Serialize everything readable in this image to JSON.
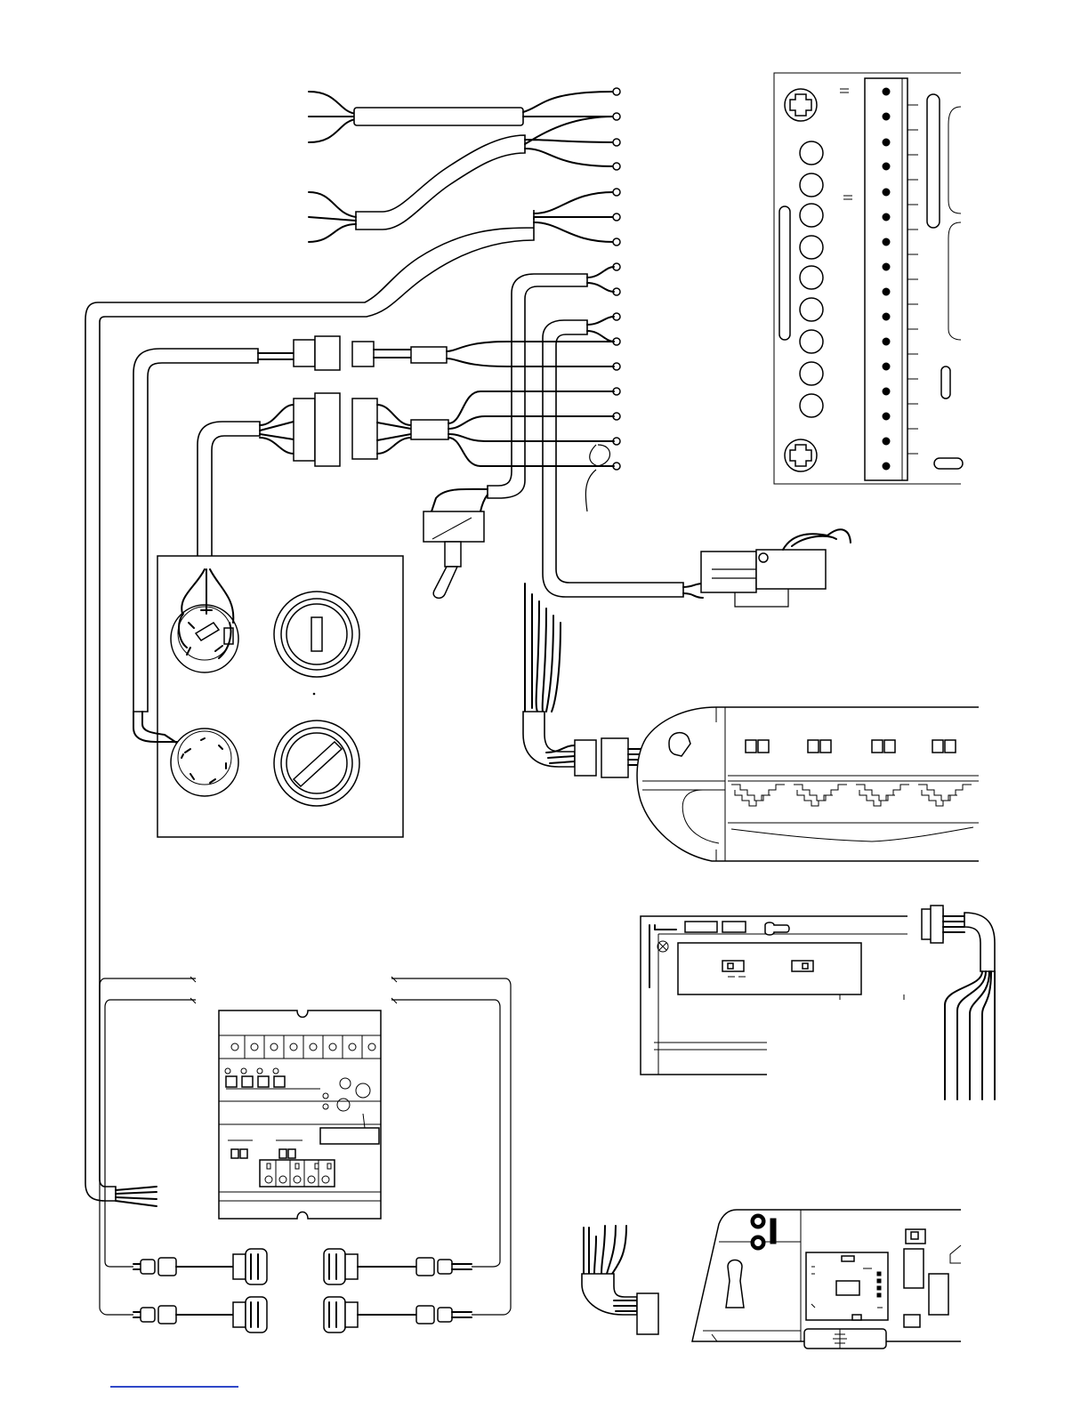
{
  "diagram": {
    "labels": [],
    "colors": {
      "line": "#000000",
      "background": "#ffffff",
      "link_underline": "#2f48c8"
    },
    "icons": [
      "terminal-strip",
      "terminal-screw",
      "mounting-screw",
      "toggle-switch",
      "micro-switch",
      "key-switch",
      "round-connector",
      "multi-pin-connector",
      "relay-module",
      "sensor-module",
      "control-board",
      "inline-connector",
      "bulkhead-fitting"
    ]
  }
}
